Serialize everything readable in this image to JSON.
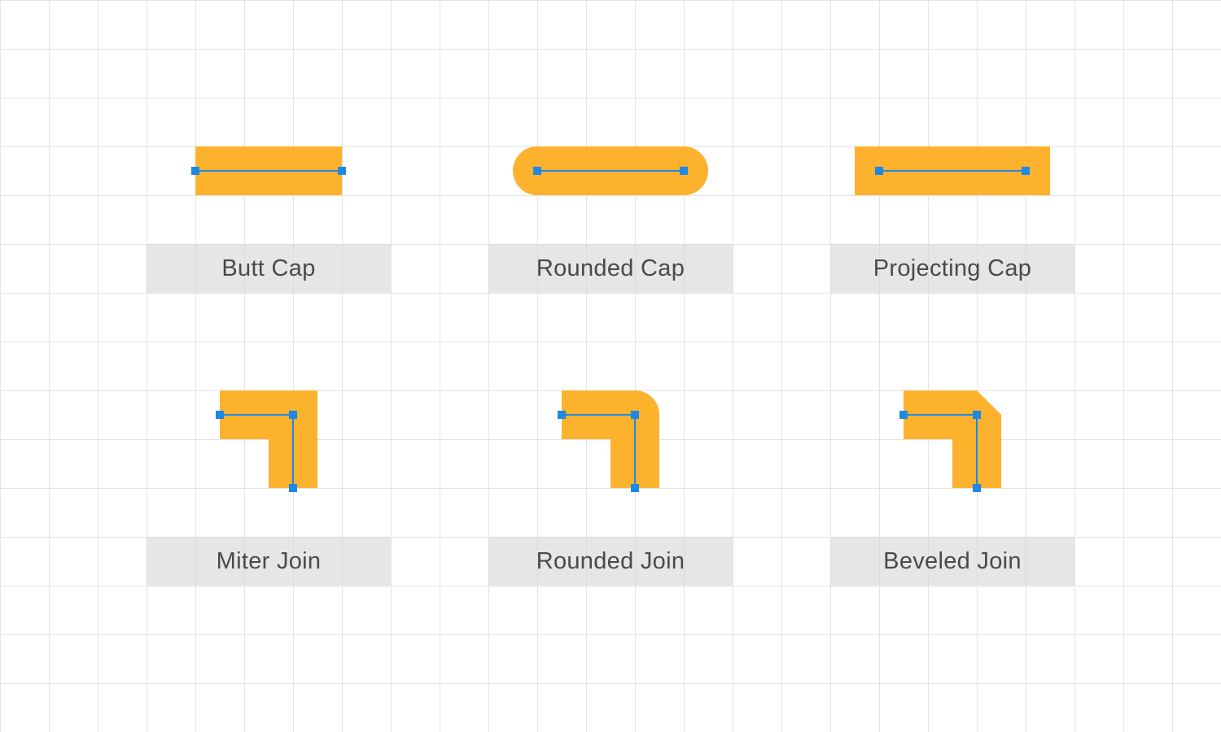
{
  "colors": {
    "background": "#ffffff",
    "grid": "#e4e4e4",
    "stroke_fill": "#fdb22e",
    "path": "#1e88e5",
    "anchor": "#1e88e5",
    "label_bg": "#e3e3e3",
    "label_text": "#4a4a4a"
  },
  "caps": [
    {
      "label": "Butt Cap"
    },
    {
      "label": "Rounded Cap"
    },
    {
      "label": "Projecting Cap"
    }
  ],
  "joins": [
    {
      "label": "Miter Join"
    },
    {
      "label": "Rounded Join"
    },
    {
      "label": "Beveled Join"
    }
  ]
}
